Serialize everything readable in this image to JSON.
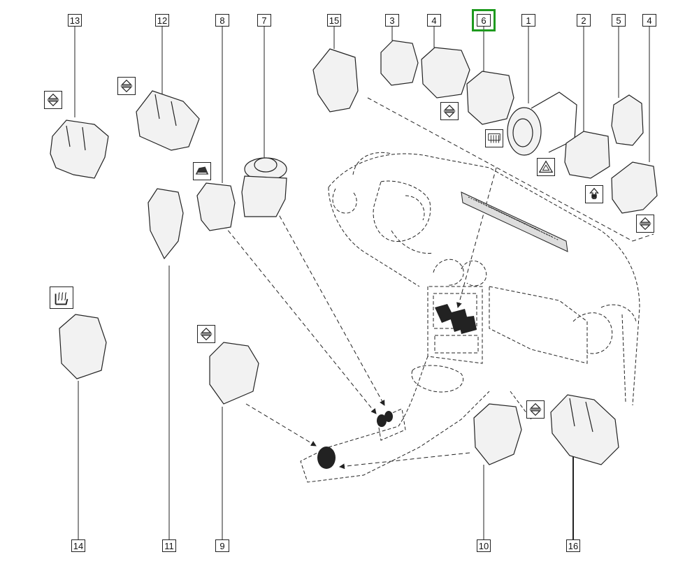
{
  "callouts": [
    {
      "id": "c13",
      "label": "13"
    },
    {
      "id": "c12",
      "label": "12"
    },
    {
      "id": "c8",
      "label": "8"
    },
    {
      "id": "c7",
      "label": "7"
    },
    {
      "id": "c15",
      "label": "15"
    },
    {
      "id": "c3",
      "label": "3"
    },
    {
      "id": "c4a",
      "label": "4"
    },
    {
      "id": "c6",
      "label": "6",
      "selected": true
    },
    {
      "id": "c1",
      "label": "1"
    },
    {
      "id": "c2",
      "label": "2"
    },
    {
      "id": "c5",
      "label": "5"
    },
    {
      "id": "c4b",
      "label": "4"
    },
    {
      "id": "c14",
      "label": "14"
    },
    {
      "id": "c11",
      "label": "11"
    },
    {
      "id": "c9",
      "label": "9"
    },
    {
      "id": "c10",
      "label": "10"
    },
    {
      "id": "c16",
      "label": "16"
    }
  ],
  "symbols": [
    {
      "id": "s1",
      "icon": "window-updown-icon"
    },
    {
      "id": "s2",
      "icon": "window-updown-icon"
    },
    {
      "id": "s3",
      "icon": "sunroof-icon"
    },
    {
      "id": "s4",
      "icon": "window-updown-icon"
    },
    {
      "id": "s5",
      "icon": "rear-defrost-icon"
    },
    {
      "id": "s6",
      "icon": "hazard-triangle-icon"
    },
    {
      "id": "s7",
      "icon": "central-lock-icon"
    },
    {
      "id": "s8",
      "icon": "window-updown-icon"
    },
    {
      "id": "s9",
      "icon": "seat-heater-icon"
    },
    {
      "id": "s10",
      "icon": "window-updown-icon"
    },
    {
      "id": "s11",
      "icon": "window-updown-icon"
    }
  ],
  "colors": {
    "line": "#222222",
    "highlight": "#1e9a1e"
  }
}
